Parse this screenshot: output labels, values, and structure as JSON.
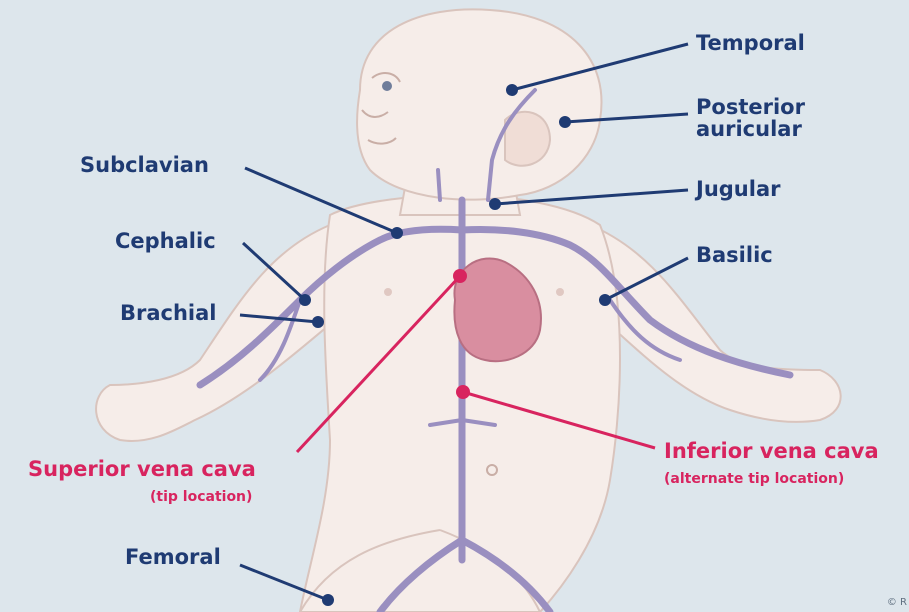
{
  "labels": {
    "temporal": "Temporal",
    "posterior_auricular": "Posterior\nauricular",
    "subclavian": "Subclavian",
    "jugular": "Jugular",
    "cephalic": "Cephalic",
    "basilic": "Basilic",
    "brachial": "Brachial",
    "superior_vena_cava": "Superior vena cava",
    "superior_vena_cava_note": "(tip location)",
    "inferior_vena_cava": "Inferior vena cava",
    "inferior_vena_cava_note": "(alternate tip location)",
    "femoral": "Femoral",
    "copyright": "© R"
  },
  "colors": {
    "background": "#dde6ec",
    "skin": "#f6ede9",
    "skin_shadow": "#e5d2cc",
    "vein": "#9a8fc0",
    "heart": "#d98ea0",
    "blue_label": "#1f3b73",
    "pink_label": "#d8245f"
  }
}
